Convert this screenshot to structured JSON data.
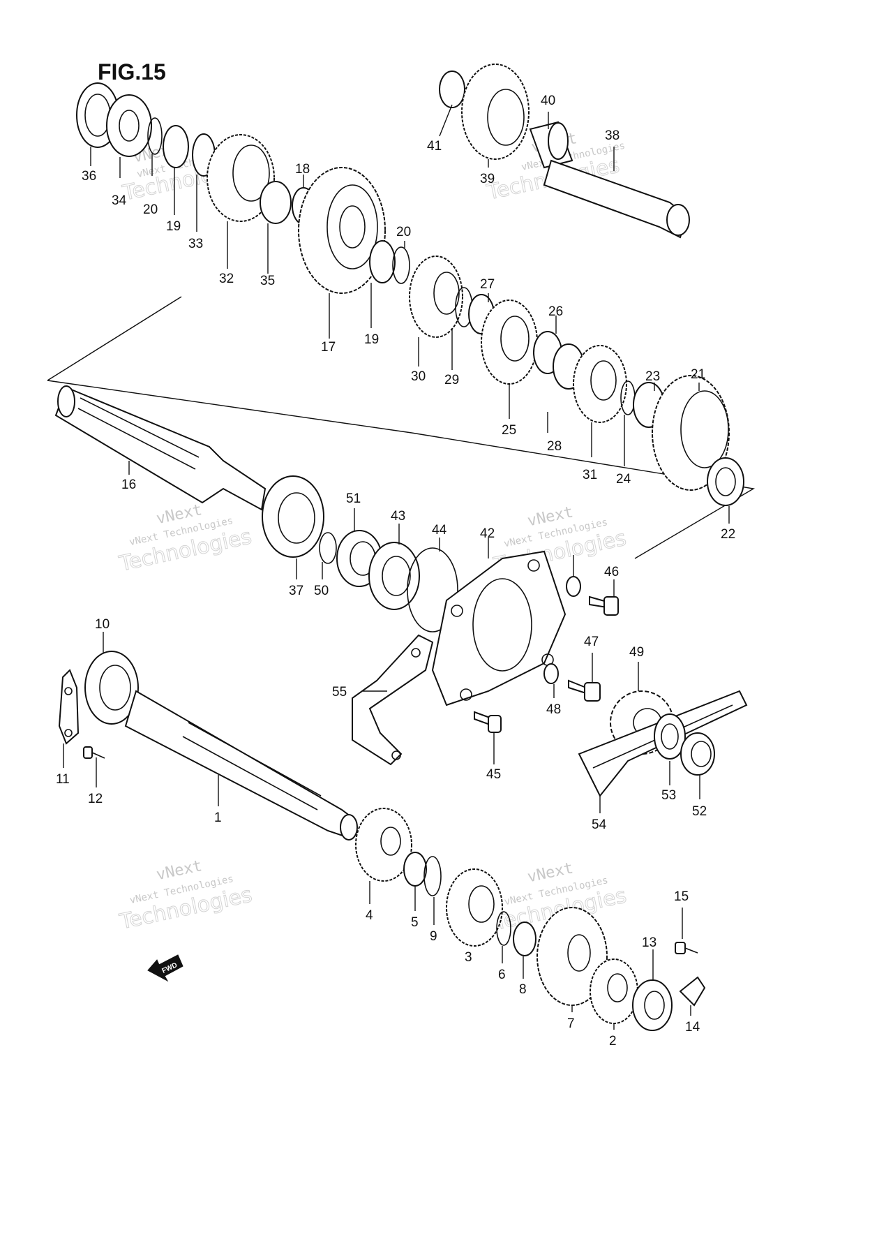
{
  "figure": {
    "title": "FIG.15"
  },
  "watermark": {
    "line1": "vNext",
    "line2": "vNext Technologies",
    "line3": "Technologies"
  },
  "direction_arrow": {
    "label": "FWD"
  },
  "callouts": {
    "p1": "1",
    "p2": "2",
    "p3": "3",
    "p4": "4",
    "p5": "5",
    "p6": "6",
    "p7": "7",
    "p8": "8",
    "p9": "9",
    "p10": "10",
    "p11": "11",
    "p12": "12",
    "p13": "13",
    "p14": "14",
    "p15": "15",
    "p16": "16",
    "p17": "17",
    "p18": "18",
    "p19a": "19",
    "p19b": "19",
    "p20a": "20",
    "p20b": "20",
    "p21": "21",
    "p22": "22",
    "p23": "23",
    "p24": "24",
    "p25": "25",
    "p26": "26",
    "p27": "27",
    "p28": "28",
    "p29": "29",
    "p30": "30",
    "p31": "31",
    "p32": "32",
    "p33": "33",
    "p34": "34",
    "p35": "35",
    "p36": "36",
    "p37": "37",
    "p38": "38",
    "p39": "39",
    "p40": "40",
    "p41": "41",
    "p42": "42",
    "p43": "43",
    "p44": "44",
    "p45": "45",
    "p46": "46",
    "p47": "47",
    "p48": "48",
    "p49": "49",
    "p50": "50",
    "p51": "51",
    "p52": "52",
    "p53": "53",
    "p54": "54",
    "p55": "55"
  }
}
